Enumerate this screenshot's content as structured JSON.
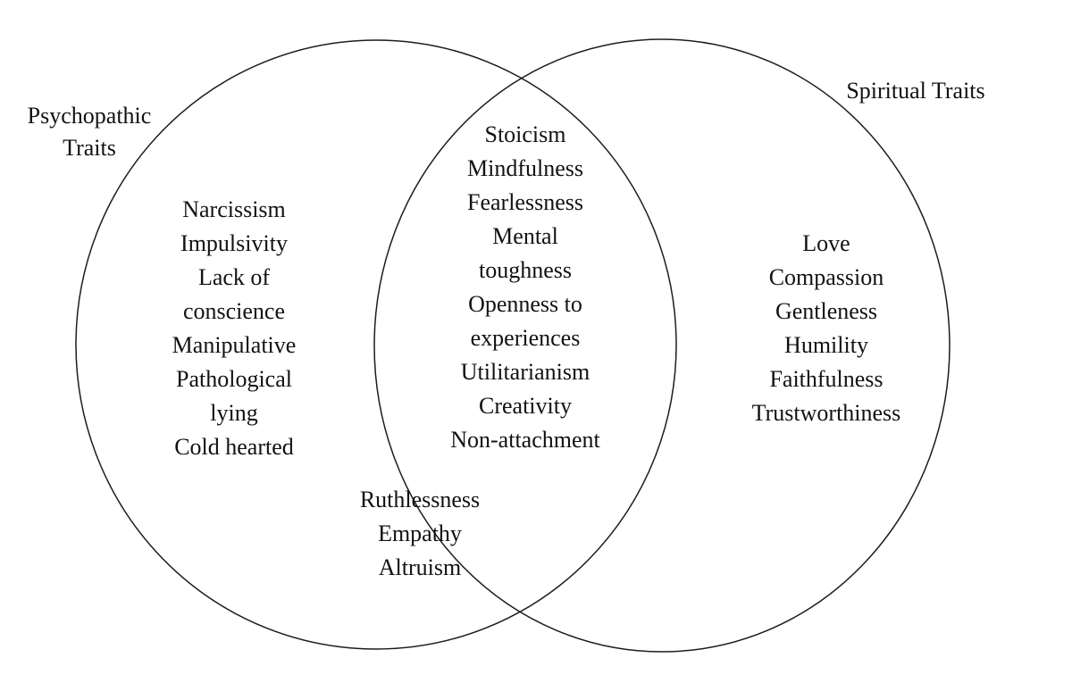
{
  "colors": {
    "background": "#ffffff",
    "circle_stroke": "#1c1c1c",
    "text": "#121212"
  },
  "venn": {
    "left_circle": {
      "label": "Psychopathic Traits",
      "items": [
        "Narcissism",
        "Impulsivity",
        "Lack of conscience",
        "Manipulative",
        "Pathological lying",
        "Cold hearted"
      ]
    },
    "right_circle": {
      "label": "Spiritual Traits",
      "items": [
        "Love",
        "Compassion",
        "Gentleness",
        "Humility",
        "Faithfulness",
        "Trustworthiness"
      ]
    },
    "intersection": {
      "items": [
        "Stoicism",
        "Mindfulness",
        "Fearlessness",
        "Mental toughness",
        "Openness to experiences",
        "Utilitarianism",
        "Creativity",
        "Non-attachment"
      ]
    },
    "intersection_lower": {
      "items": [
        "Ruthlessness",
        "Empathy",
        "Altruism"
      ]
    }
  }
}
